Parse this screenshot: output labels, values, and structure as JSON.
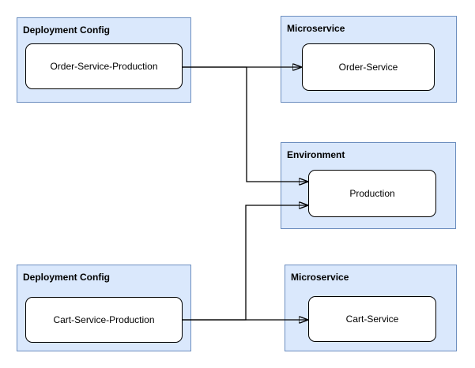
{
  "diagram": {
    "background": "#ffffff",
    "colors": {
      "group_fill": "#dae8fc",
      "group_stroke": "#6c8ebf",
      "node_fill": "#ffffff",
      "node_stroke": "#000000",
      "edge_stroke": "#000000",
      "text": "#000000"
    },
    "groups": [
      {
        "title": "Deployment Config"
      },
      {
        "title": "Microservice"
      },
      {
        "title": "Environment"
      },
      {
        "title": "Deployment Config"
      },
      {
        "title": "Microservice"
      }
    ],
    "nodes": [
      {
        "label": "Order-Service-Production"
      },
      {
        "label": "Order-Service"
      },
      {
        "label": "Production"
      },
      {
        "label": "Cart-Service-Production"
      },
      {
        "label": "Cart-Service"
      }
    ],
    "edges": [
      {
        "from": "Order-Service-Production",
        "to": "Order-Service"
      },
      {
        "from": "Order-Service-Production",
        "to": "Production"
      },
      {
        "from": "Cart-Service-Production",
        "to": "Cart-Service"
      },
      {
        "from": "Cart-Service-Production",
        "to": "Production"
      }
    ]
  }
}
